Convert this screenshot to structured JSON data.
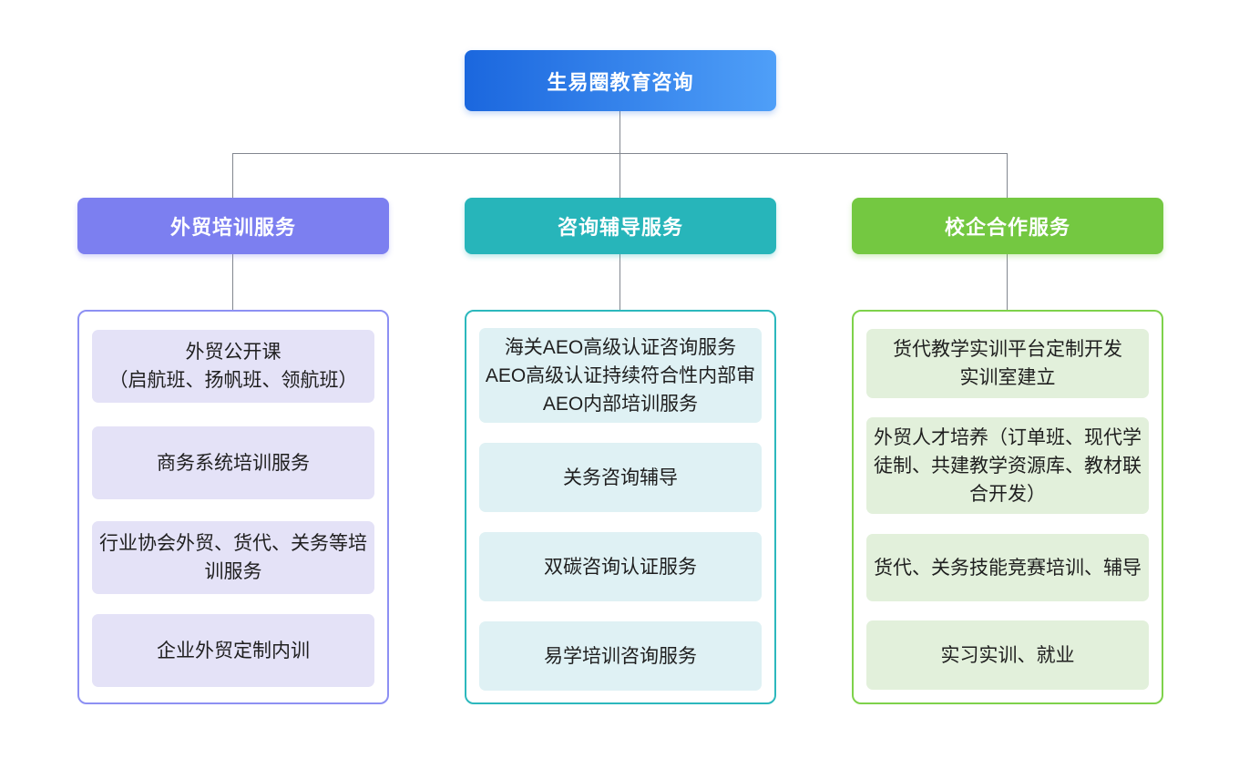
{
  "diagram": {
    "type": "org-chart",
    "background": "#ffffff",
    "connector_color": "#82878f"
  },
  "root": {
    "label": "生易圈教育咨询",
    "gradient_from": "#1b67de",
    "gradient_to": "#4f9ff8"
  },
  "branches": [
    {
      "label": "外贸培训服务",
      "header_color": "#7c7ff0",
      "border_color": "#8d90f3",
      "item_bg": "#e4e2f7",
      "items": [
        {
          "lines": [
            "外贸公开课",
            "（启航班、扬帆班、领航班）"
          ]
        },
        {
          "lines": [
            "商务系统培训服务"
          ]
        },
        {
          "lines": [
            "行业协会外贸、货代、关务等培训服务"
          ]
        },
        {
          "lines": [
            "企业外贸定制内训"
          ]
        }
      ]
    },
    {
      "label": "咨询辅导服务",
      "header_color": "#27b5ba",
      "border_color": "#2cb8bd",
      "item_bg": "#dff1f4",
      "items": [
        {
          "lines": [
            "海关AEO高级认证咨询服务",
            "AEO高级认证持续符合性内部审",
            "AEO内部培训服务"
          ]
        },
        {
          "lines": [
            "关务咨询辅导"
          ]
        },
        {
          "lines": [
            "双碳咨询认证服务"
          ]
        },
        {
          "lines": [
            "易学培训咨询服务"
          ]
        }
      ]
    },
    {
      "label": "校企合作服务",
      "header_color": "#74c841",
      "border_color": "#7ed24b",
      "item_bg": "#e2f0db",
      "items": [
        {
          "lines": [
            "货代教学实训平台定制开发",
            "实训室建立"
          ]
        },
        {
          "lines": [
            "外贸人才培养（订单班、现代学徒制、共建教学资源库、教材联合开发）"
          ]
        },
        {
          "lines": [
            "货代、关务技能竞赛培训、辅导"
          ]
        },
        {
          "lines": [
            "实习实训、就业"
          ]
        }
      ]
    }
  ]
}
